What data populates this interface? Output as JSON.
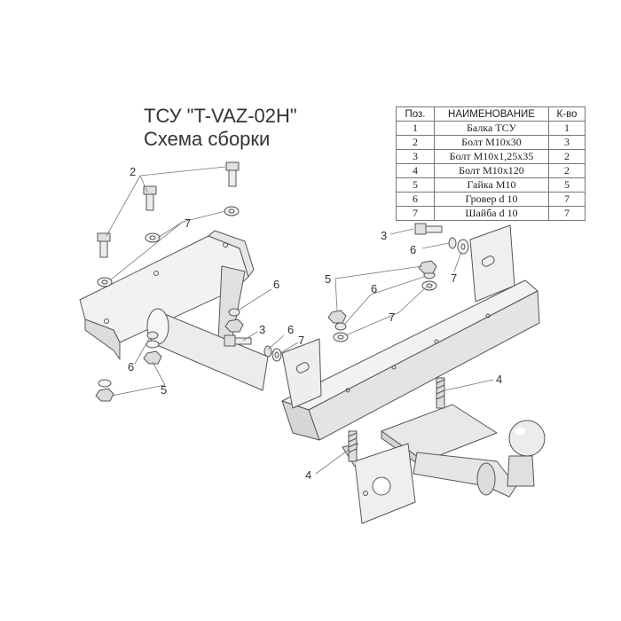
{
  "title": {
    "line1": "ТСУ \"T-VAZ-02H\"",
    "line2": "Схема сборки"
  },
  "table": {
    "headers": [
      "Поз.",
      "НАИМЕНОВАНИЕ",
      "К-во"
    ],
    "rows": [
      {
        "pos": "1",
        "name": "Балка ТСУ",
        "qty": "1"
      },
      {
        "pos": "2",
        "name": "Болт М10х30",
        "qty": "3"
      },
      {
        "pos": "3",
        "name": "Болт М10х1,25х35",
        "qty": "2"
      },
      {
        "pos": "4",
        "name": "Болт М10х120",
        "qty": "2"
      },
      {
        "pos": "5",
        "name": "Гайка  М10",
        "qty": "5"
      },
      {
        "pos": "6",
        "name": "Гровер d 10",
        "qty": "7"
      },
      {
        "pos": "7",
        "name": "Шайба d 10",
        "qty": "7"
      }
    ]
  },
  "callouts": {
    "c2": "2",
    "c7": "7",
    "c6": "6",
    "c5": "5",
    "c4": "4",
    "c3": "3"
  },
  "colors": {
    "outline": "#555555",
    "fill_light": "#f2f2f2",
    "fill_mid": "#e2e2e2",
    "fill_dark": "#cfcfcf"
  }
}
